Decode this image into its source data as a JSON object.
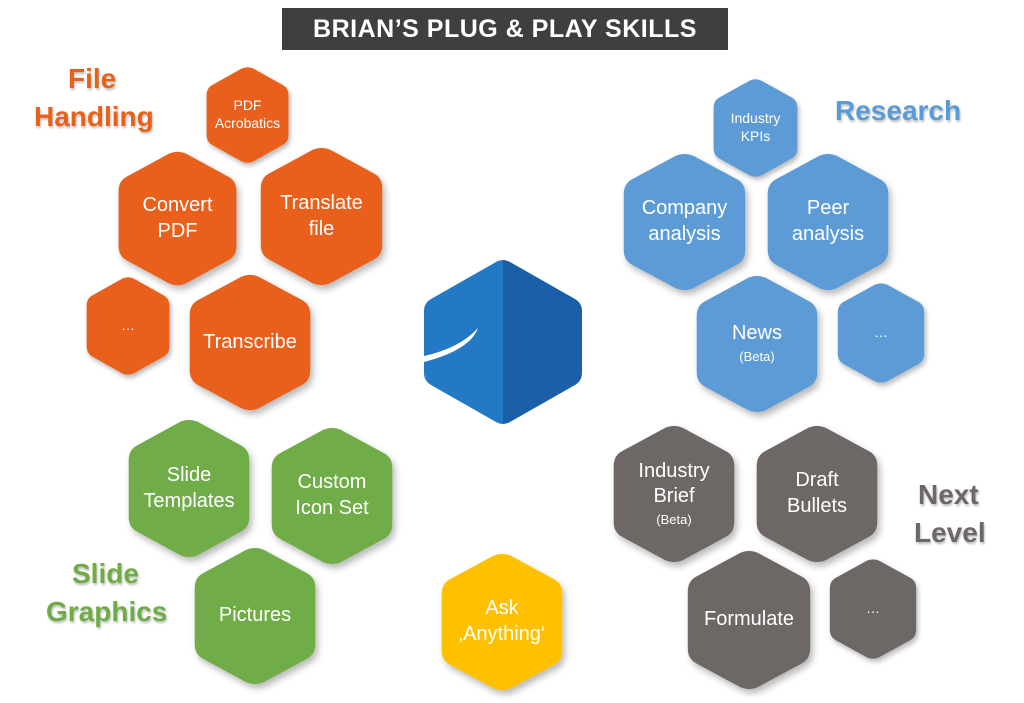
{
  "title": "BRIAN’S PLUG & PLAY SKILLS",
  "colors": {
    "file_handling": "#e8611a",
    "research": "#5b9bd5",
    "slide_graphics": "#6fac46",
    "next_level": "#6d6766",
    "ask": "#ffc000",
    "logo_left": "#2379c4",
    "logo_right": "#1a5fa8",
    "title_bg": "#3f3f42"
  },
  "groups": {
    "file_handling": {
      "label_lines": [
        "File",
        "Handling"
      ],
      "hexes": [
        {
          "lines": [
            "PDF",
            "Acrobatics"
          ]
        },
        {
          "lines": [
            "Convert",
            "PDF"
          ]
        },
        {
          "lines": [
            "Translate",
            "file"
          ]
        },
        {
          "lines": [
            "…"
          ]
        },
        {
          "lines": [
            "Transcribe"
          ]
        }
      ]
    },
    "research": {
      "label_lines": [
        "Research"
      ],
      "hexes": [
        {
          "lines": [
            "Industry",
            "KPIs"
          ]
        },
        {
          "lines": [
            "Company",
            "analysis"
          ]
        },
        {
          "lines": [
            "Peer",
            "analysis"
          ]
        },
        {
          "lines": [
            "News"
          ],
          "sub": "(Beta)"
        },
        {
          "lines": [
            "…"
          ]
        }
      ]
    },
    "slide_graphics": {
      "label_lines": [
        "Slide",
        "Graphics"
      ],
      "hexes": [
        {
          "lines": [
            "Slide",
            "Templates"
          ]
        },
        {
          "lines": [
            "Custom",
            "Icon Set"
          ]
        },
        {
          "lines": [
            "Pictures"
          ]
        }
      ]
    },
    "next_level": {
      "label_lines": [
        "Next",
        "Level"
      ],
      "hexes": [
        {
          "lines": [
            "Industry",
            "Brief"
          ],
          "sub": "(Beta)"
        },
        {
          "lines": [
            "Draft",
            "Bullets"
          ]
        },
        {
          "lines": [
            "Formulate"
          ]
        },
        {
          "lines": [
            "…"
          ]
        }
      ]
    },
    "ask": {
      "hexes": [
        {
          "lines": [
            "Ask",
            "‚Anything‘"
          ]
        }
      ]
    }
  }
}
